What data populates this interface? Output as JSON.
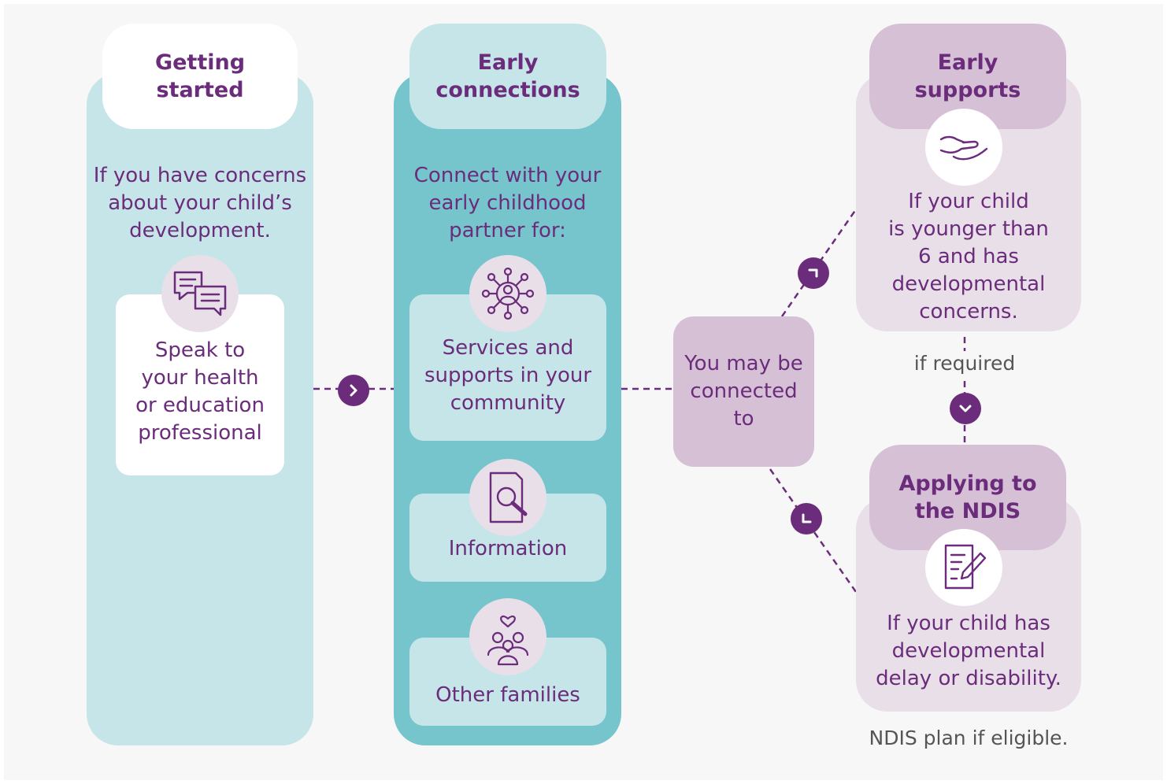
{
  "colors": {
    "purple": "#6b2c7b",
    "light_teal": "#c6e5e8",
    "dark_teal": "#76c5cd",
    "lilac": "#d6c0d6",
    "light_lilac": "#e9dfe9",
    "canvas": "#f7f7f7"
  },
  "getting_started": {
    "title": "Getting\nstarted",
    "text": "If you have concerns\nabout your child’s\ndevelopment.",
    "icon": "chat-bubbles-icon",
    "card": "Speak to\nyour health\nor education\nprofessional"
  },
  "early_connections": {
    "title": "Early\nconnections",
    "text": "Connect with your\nearly childhood\npartner for:",
    "items": [
      {
        "icon": "community-network-icon",
        "label": "Services and\nsupports in your\ncommunity"
      },
      {
        "icon": "document-search-icon",
        "label": "Information"
      },
      {
        "icon": "family-heart-icon",
        "label": "Other families"
      }
    ]
  },
  "decision": {
    "label": "You may be\nconnected\nto"
  },
  "early_supports": {
    "title": "Early\nsupports",
    "icon": "open-hand-icon",
    "text": "If your child\nis younger than\n6 and has\ndevelopmental\nconcerns."
  },
  "transition_label": "if required",
  "applying_ndis": {
    "title": "Applying to\nthe NDIS",
    "icon": "form-pencil-icon",
    "text": "If your child has\ndevelopmental\ndelay or disability."
  },
  "footer_note": "NDIS plan if eligible."
}
